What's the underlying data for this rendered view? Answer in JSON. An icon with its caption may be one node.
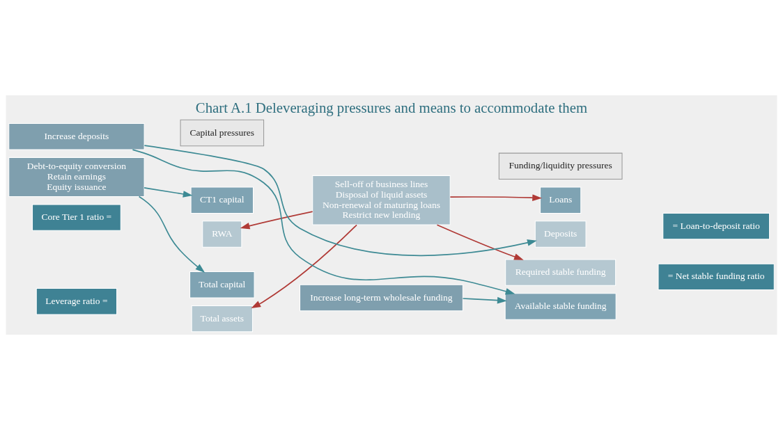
{
  "diagram": {
    "title": "Chart A.1 Deleveraging pressures and means to accommodate them",
    "nodes": [
      {
        "text": [
          "Capital pressures"
        ]
      },
      {
        "text": [
          "Funding/liquidity pressures"
        ]
      },
      {
        "text": [
          "Core Tier 1 ratio ="
        ]
      },
      {
        "text": [
          "CT1 capital"
        ]
      },
      {
        "text": [
          "RWA"
        ]
      },
      {
        "text": [
          "Sell-off of business lines",
          "Disposal of liquid assets",
          "Non-renewal of maturing loans",
          "Restrict new lending"
        ]
      },
      {
        "text": [
          "Debt-to-equity conversion",
          "Retain earnings",
          "Equity issuance"
        ]
      },
      {
        "text": [
          "Increase deposits"
        ]
      },
      {
        "text": [
          "Increase long-term wholesale funding"
        ]
      },
      {
        "text": [
          "Loans"
        ]
      },
      {
        "text": [
          "Deposits"
        ]
      },
      {
        "text": [
          "= Loan-to-deposit ratio"
        ]
      },
      {
        "text": [
          "Leverage ratio ="
        ]
      },
      {
        "text": [
          "Total capital"
        ]
      },
      {
        "text": [
          "Total assets"
        ]
      },
      {
        "text": [
          "Available stable funding"
        ]
      },
      {
        "text": [
          "Required stable funding"
        ]
      },
      {
        "text": [
          "= Net stable funding ratio"
        ]
      }
    ],
    "edges": [
      {
        "from": 5,
        "to": 4,
        "arrow": "to",
        "color": "#b03a36"
      },
      {
        "from": 5,
        "to": 14,
        "arrow": "to",
        "color": "#b03a36"
      },
      {
        "from": 6,
        "to": 3,
        "arrow": "to"
      },
      {
        "from": 6,
        "to": 13,
        "arrow": "to"
      },
      {
        "from": 5,
        "to": 9,
        "arrow": "to",
        "color": "#b03a36"
      },
      {
        "from": 5,
        "to": 16,
        "arrow": "to",
        "color": "#b03a36"
      },
      {
        "from": 7,
        "to": 10,
        "arrow": "to"
      },
      {
        "from": 7,
        "to": 15,
        "arrow": "to"
      },
      {
        "from": 8,
        "to": 15,
        "arrow": "to"
      }
    ]
  }
}
